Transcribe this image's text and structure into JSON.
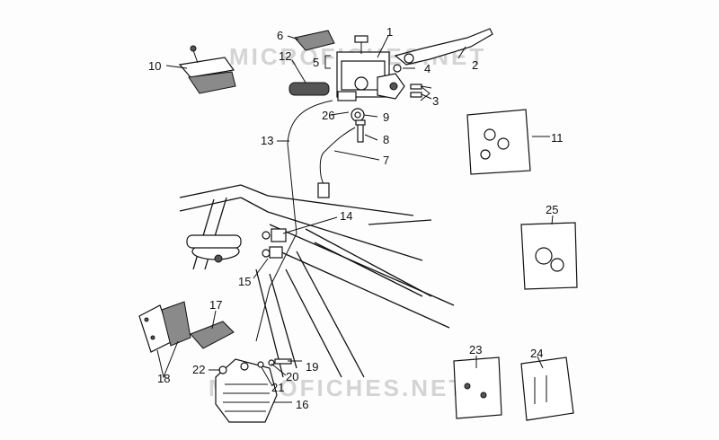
{
  "watermark": {
    "top": "MICROFICHES.NET",
    "bottom": "MICROFICHES.NET"
  },
  "callouts": [
    {
      "id": "1",
      "label": "1"
    },
    {
      "id": "2",
      "label": "2"
    },
    {
      "id": "3",
      "label": "3"
    },
    {
      "id": "4",
      "label": "4"
    },
    {
      "id": "5",
      "label": "5"
    },
    {
      "id": "6",
      "label": "6"
    },
    {
      "id": "7",
      "label": "7"
    },
    {
      "id": "8",
      "label": "8"
    },
    {
      "id": "9",
      "label": "9"
    },
    {
      "id": "10",
      "label": "10"
    },
    {
      "id": "11",
      "label": "11"
    },
    {
      "id": "12",
      "label": "12"
    },
    {
      "id": "13",
      "label": "13"
    },
    {
      "id": "14",
      "label": "14"
    },
    {
      "id": "15",
      "label": "15"
    },
    {
      "id": "16",
      "label": "16"
    },
    {
      "id": "17",
      "label": "17"
    },
    {
      "id": "18",
      "label": "18"
    },
    {
      "id": "19",
      "label": "19"
    },
    {
      "id": "20",
      "label": "20"
    },
    {
      "id": "21",
      "label": "21"
    },
    {
      "id": "22",
      "label": "22"
    },
    {
      "id": "23",
      "label": "23"
    },
    {
      "id": "24",
      "label": "24"
    },
    {
      "id": "25",
      "label": "25"
    },
    {
      "id": "26",
      "label": "26"
    }
  ]
}
